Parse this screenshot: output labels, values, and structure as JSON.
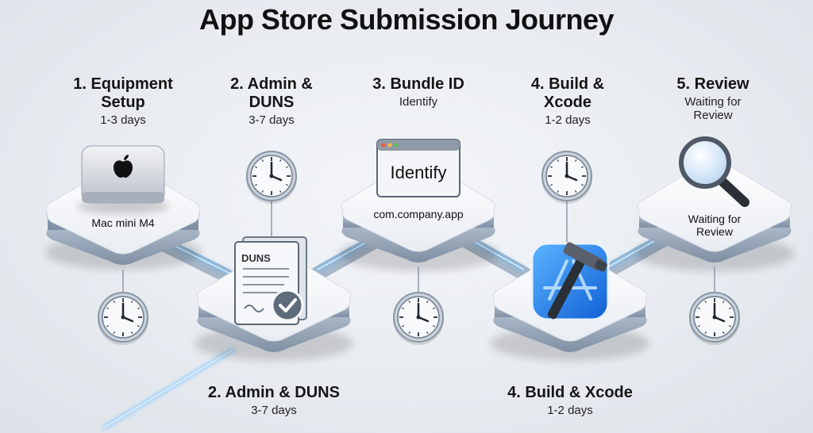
{
  "title": "App Store Submission Journey",
  "steps": [
    {
      "heading": "1. Equipment Setup",
      "sub": "1-3 days",
      "platform_label": "Mac mini M4",
      "icon": "mac-mini-icon"
    },
    {
      "heading": "2. Admin & DUNS",
      "sub": "3-7 days",
      "doc_label": "DUNS",
      "icon": "duns-document-icon",
      "bottom_heading": "2. Admin & DUNS",
      "bottom_sub": "3-7 days"
    },
    {
      "heading": "3. Bundle ID",
      "sub": "Identify",
      "window_label": "Identify",
      "platform_label": "com.company.app",
      "icon": "browser-window-icon"
    },
    {
      "heading": "4. Build & Xcode",
      "sub": "1-2 days",
      "icon": "xcode-icon",
      "bottom_heading": "4. Build & Xcode",
      "bottom_sub": "1-2 days"
    },
    {
      "heading": "5. Review",
      "sub": "Waiting for Review",
      "platform_label": "Waiting for Review",
      "icon": "magnifier-icon"
    }
  ],
  "colors": {
    "glow": "#5fb8ff",
    "platform": "#f4f6f9",
    "xcode": "#1e7df0"
  }
}
